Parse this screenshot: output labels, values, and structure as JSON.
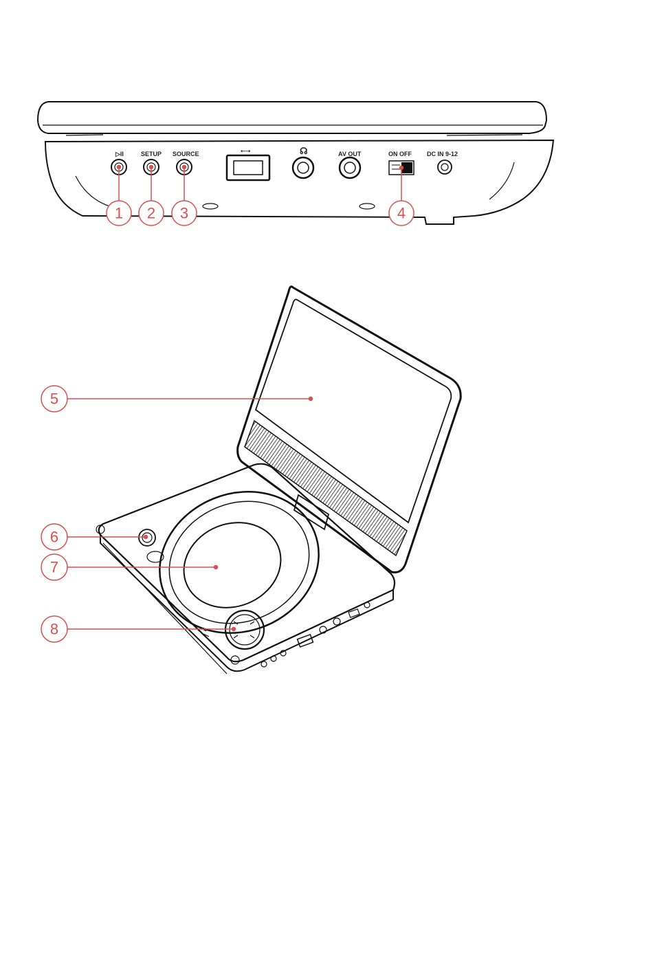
{
  "colors": {
    "callout": "#d94f4f",
    "line_art": "#111111",
    "background": "#ffffff"
  },
  "side_panel": {
    "port_labels": {
      "play_pause": "▷II",
      "setup": "SETUP",
      "source": "SOURCE",
      "usb": "⭠⭢",
      "headphone": "☊",
      "av_out": "AV  OUT",
      "on_off": "ON   OFF",
      "dc_in": "DC  IN  9-12"
    },
    "callouts": [
      "1",
      "2",
      "3",
      "4"
    ]
  },
  "player": {
    "callouts": [
      "5",
      "6",
      "7",
      "8"
    ]
  }
}
